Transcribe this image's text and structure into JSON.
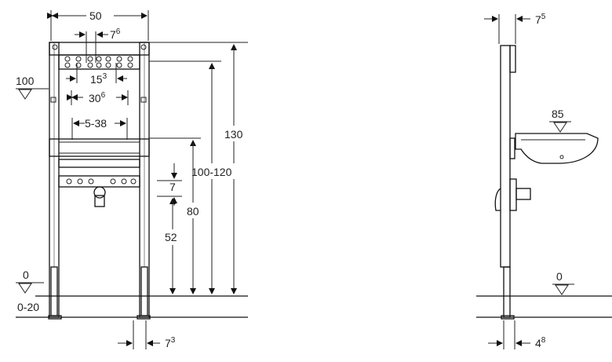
{
  "front_view": {
    "dims": {
      "width": "50",
      "offset_top": "76",
      "spacing_15": "153",
      "spacing_30": "306",
      "range": "5-38",
      "level_100": "100",
      "height_130": "130",
      "range_100_120": "100-120",
      "height_80": "80",
      "height_52": "52",
      "dim_7": "7",
      "floor_0": "0",
      "floor_range": "0-20",
      "foot_offset": "73"
    }
  },
  "side_view": {
    "dims": {
      "depth_top": "75",
      "basin_height": "85",
      "floor_0": "0",
      "foot_depth": "48"
    }
  }
}
